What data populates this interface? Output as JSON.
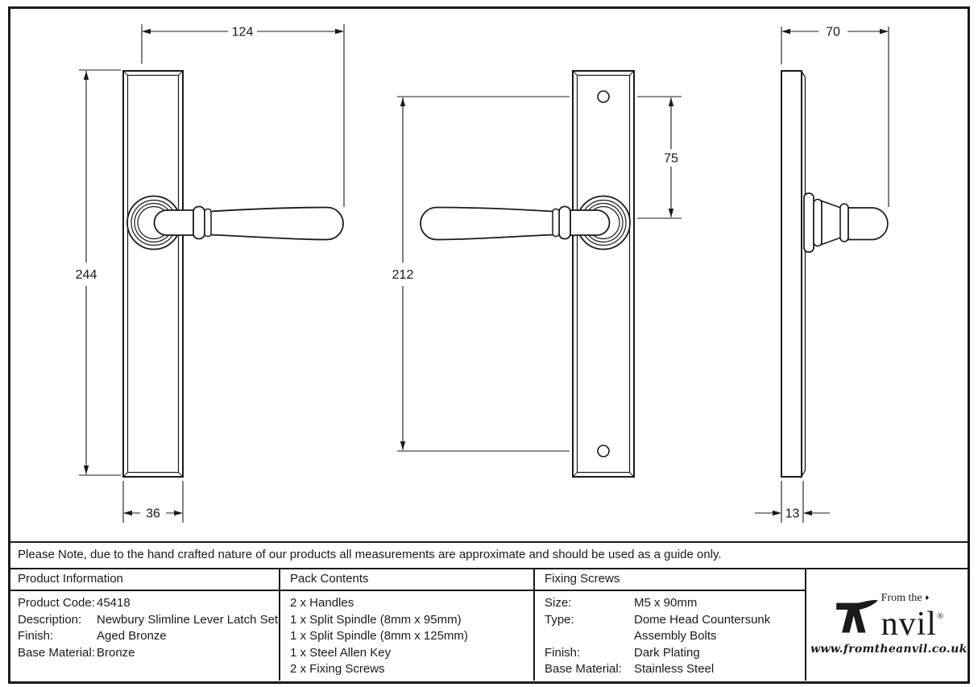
{
  "page": {
    "background": "#ffffff",
    "line_color": "#1a1a1a"
  },
  "drawings": {
    "front_view": {
      "handle_length_mm": "124",
      "plate_height_mm": "244",
      "plate_width_mm": "36"
    },
    "back_view": {
      "screw_centres_mm": "212",
      "screw_to_handle_centre_mm": "75"
    },
    "side_view": {
      "projection_mm": "70",
      "plate_depth_mm": "13"
    }
  },
  "note": {
    "text": "Please Note, due to the hand crafted nature of our products all measurements are approximate and should be used as a guide only."
  },
  "table": {
    "product_information": {
      "header": "Product Information",
      "rows": [
        {
          "label": "Product Code:",
          "value": "45418"
        },
        {
          "label": "Description:",
          "value": "Newbury Slimline Lever Latch Set"
        },
        {
          "label": "Finish:",
          "value": "Aged Bronze"
        },
        {
          "label": "Base Material:",
          "value": "Bronze"
        }
      ]
    },
    "pack_contents": {
      "header": "Pack Contents",
      "items": [
        "2 x Handles",
        "1 x Split Spindle (8mm x 95mm)",
        "1 x Split Spindle (8mm x 125mm)",
        "1 x Steel Allen Key",
        "2 x Fixing Screws"
      ]
    },
    "fixing_screws": {
      "header": "Fixing Screws",
      "rows": [
        {
          "label": "Size:",
          "value": "M5 x 90mm"
        },
        {
          "label": "Type:",
          "value": "Dome Head Countersunk"
        },
        {
          "label": "",
          "value": "Assembly Bolts"
        },
        {
          "label": "Finish:",
          "value": "Dark Plating"
        },
        {
          "label": "Base Material:",
          "value": "Stainless Steel"
        }
      ]
    }
  },
  "logo": {
    "prefix": "From the",
    "diamond": "♦",
    "name_rest": "nvil",
    "registered": "®",
    "website": "www.fromtheanvil.co.uk"
  }
}
